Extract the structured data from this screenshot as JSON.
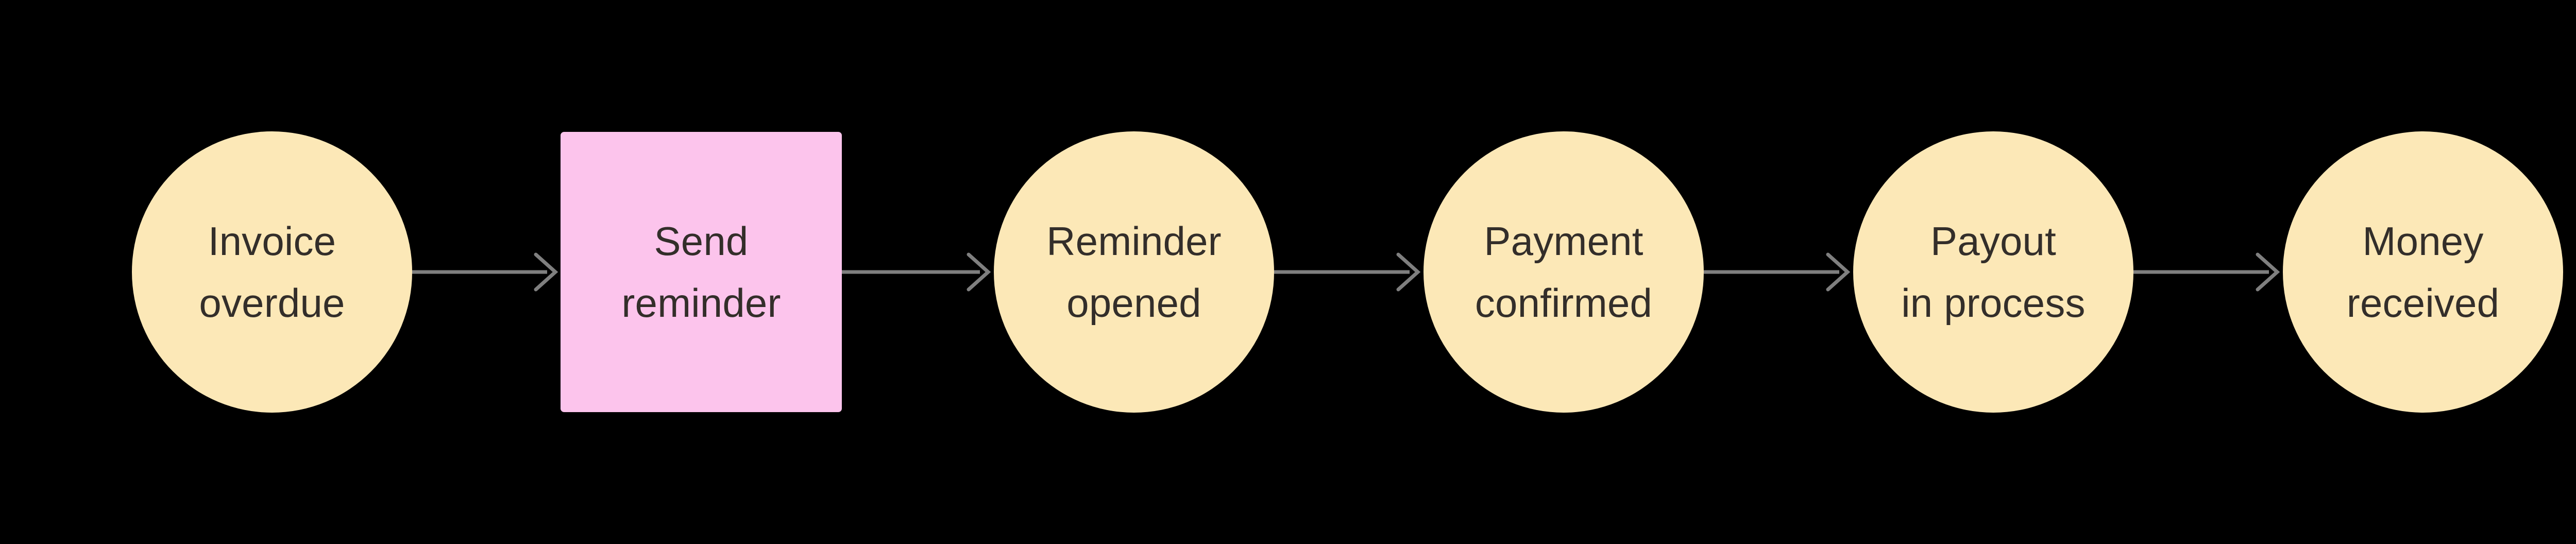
{
  "diagram": {
    "type": "flowchart",
    "orientation": "left-to-right",
    "background_color": "#000000",
    "title": "",
    "nodes": [
      {
        "id": "invoice-overdue",
        "label": "Invoice\noverdue",
        "shape": "ellipse",
        "fill": "#FCE8B7",
        "text_color": "#332E2A"
      },
      {
        "id": "send-reminder",
        "label": "Send\nreminder",
        "shape": "rectangle",
        "fill": "#FCC4EC",
        "text_color": "#332E2A"
      },
      {
        "id": "reminder-opened",
        "label": "Reminder\nopened",
        "shape": "ellipse",
        "fill": "#FCE8B7",
        "text_color": "#332E2A"
      },
      {
        "id": "payment-confirmed",
        "label": "Payment\nconfirmed",
        "shape": "ellipse",
        "fill": "#FCE8B7",
        "text_color": "#332E2A"
      },
      {
        "id": "payout-in-process",
        "label": "Payout\nin process",
        "shape": "ellipse",
        "fill": "#FCE8B7",
        "text_color": "#332E2A"
      },
      {
        "id": "money-received",
        "label": "Money\nreceived",
        "shape": "ellipse",
        "fill": "#FCE8B7",
        "text_color": "#332E2A"
      }
    ],
    "edges": [
      {
        "id": "edge-1",
        "from": "invoice-overdue",
        "to": "send-reminder",
        "label": "",
        "color": "#7F7F7F",
        "arrowhead": "open-chevron"
      },
      {
        "id": "edge-2",
        "from": "send-reminder",
        "to": "reminder-opened",
        "label": "",
        "color": "#7F7F7F",
        "arrowhead": "open-chevron"
      },
      {
        "id": "edge-3",
        "from": "reminder-opened",
        "to": "payment-confirmed",
        "label": "",
        "color": "#7F7F7F",
        "arrowhead": "open-chevron"
      },
      {
        "id": "edge-4",
        "from": "payment-confirmed",
        "to": "payout-in-process",
        "label": "",
        "color": "#7F7F7F",
        "arrowhead": "open-chevron"
      },
      {
        "id": "edge-5",
        "from": "payout-in-process",
        "to": "money-received",
        "label": "",
        "color": "#7F7F7F",
        "arrowhead": "open-chevron"
      }
    ]
  }
}
